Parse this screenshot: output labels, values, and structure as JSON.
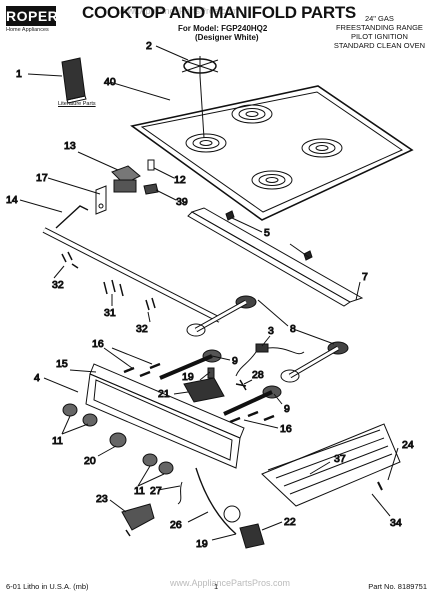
{
  "header": {
    "brand": "ROPER",
    "brand_tagline": "Home Appliances",
    "title": "COOKTOP AND MANIFOLD PARTS",
    "model_line": "For Model: FGP240HQ2",
    "model_variant": "(Designer White)",
    "watermark": "www.AppliancePartsPros.com",
    "description": [
      "24\" GAS",
      "FREESTANDING RANGE",
      "PILOT IGNITION",
      "STANDARD CLEAN OVEN"
    ]
  },
  "literature_label": "Literature Parts",
  "callouts": [
    {
      "id": "c1",
      "text": "1"
    },
    {
      "id": "c2",
      "text": "2"
    },
    {
      "id": "c40",
      "text": "40"
    },
    {
      "id": "c13",
      "text": "13"
    },
    {
      "id": "c12",
      "text": "12"
    },
    {
      "id": "c17",
      "text": "17"
    },
    {
      "id": "c39",
      "text": "39"
    },
    {
      "id": "c14",
      "text": "14"
    },
    {
      "id": "c5",
      "text": "5"
    },
    {
      "id": "c7",
      "text": "7"
    },
    {
      "id": "c32a",
      "text": "32"
    },
    {
      "id": "c31",
      "text": "31"
    },
    {
      "id": "c32b",
      "text": "32"
    },
    {
      "id": "c8",
      "text": "8"
    },
    {
      "id": "c3",
      "text": "3"
    },
    {
      "id": "c16a",
      "text": "16"
    },
    {
      "id": "c15",
      "text": "15"
    },
    {
      "id": "c9a",
      "text": "9"
    },
    {
      "id": "c19a",
      "text": "19"
    },
    {
      "id": "c28",
      "text": "28"
    },
    {
      "id": "c4",
      "text": "4"
    },
    {
      "id": "c21",
      "text": "21"
    },
    {
      "id": "c9b",
      "text": "9"
    },
    {
      "id": "c16b",
      "text": "16"
    },
    {
      "id": "c11a",
      "text": "11"
    },
    {
      "id": "c20",
      "text": "20"
    },
    {
      "id": "c37",
      "text": "37"
    },
    {
      "id": "c24",
      "text": "24"
    },
    {
      "id": "c11b",
      "text": "11"
    },
    {
      "id": "c27",
      "text": "27"
    },
    {
      "id": "c23",
      "text": "23"
    },
    {
      "id": "c34",
      "text": "34"
    },
    {
      "id": "c26",
      "text": "26"
    },
    {
      "id": "c22",
      "text": "22"
    },
    {
      "id": "c19b",
      "text": "19"
    }
  ],
  "footer": {
    "left": "6-01 Litho in U.S.A. (mb)",
    "page": "1",
    "part_no": "Part No. 8189751"
  }
}
